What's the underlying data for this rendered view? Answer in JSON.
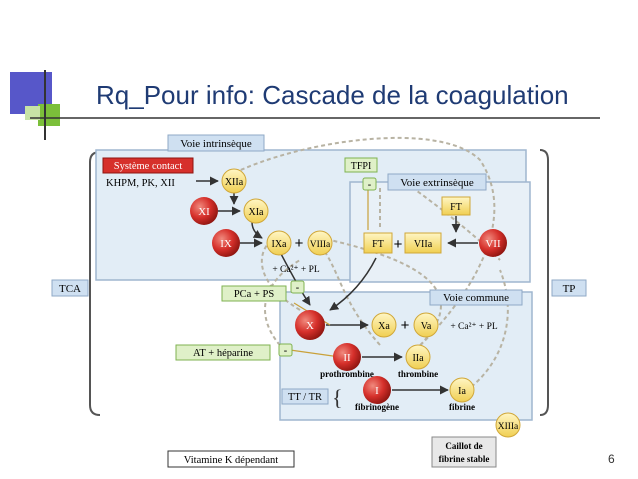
{
  "slide": {
    "title": "Rq_Pour info: Cascade de la coagulation",
    "page_number": "6"
  },
  "diagram": {
    "voie_intrinseque": "Voie intrinsèque",
    "systeme_contact": "Système contact",
    "contact_factors": "KHPM, PK, XII",
    "tfpi": "TFPI",
    "voie_extrinseque": "Voie extrinsèque",
    "voie_commune": "Voie commune",
    "tca": "TCA",
    "tp": "TP",
    "pca_ps": "PCa + PS",
    "at_heparine": "AT + héparine",
    "tt_tr": "TT / TR",
    "vitamine_k": "Vitamine K dépendant",
    "ca_pl_1": "+ Ca²⁺ + PL",
    "ca_pl_2": "+ Ca²⁺ + PL",
    "plus": "+",
    "minus": "-",
    "factors": {
      "xiia": "XIIa",
      "xi": "XI",
      "xia": "XIa",
      "ix": "IX",
      "ixa": "IXa",
      "viiia": "VIIIa",
      "ft_top": "FT",
      "ft": "FT",
      "viia": "VIIa",
      "vii": "VII",
      "x": "X",
      "xa": "Xa",
      "va": "Va",
      "ii": "II",
      "iia": "IIa",
      "i": "I",
      "ia": "Ia",
      "xiiia": "XIIIa"
    },
    "prothrombine": "prothrombine",
    "thrombine": "thrombine",
    "fibrinogene": "fibrinogène",
    "fibrine": "fibrine",
    "caillot_1": "Caillot de",
    "caillot_2": "fibrine stable"
  },
  "colors": {
    "title": "#1f3b74",
    "panel_fill": "#e2edf6",
    "panel_border": "#9fb6cf",
    "label_fill": "#cfe0f1",
    "factor_red": "#d6302b",
    "factor_yellow": "#f6e27a",
    "green_box": "#dff0c8",
    "green_border": "#7fb250",
    "dashed": "#b8b3a3"
  }
}
